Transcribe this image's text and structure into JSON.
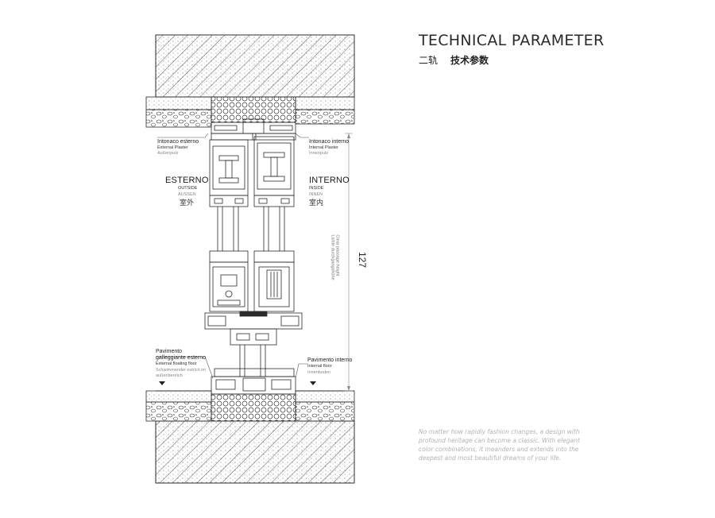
{
  "header": {
    "title": "TECHNICAL PARAMETER",
    "subtitle_a": "二轨",
    "subtitle_b": "技术参数"
  },
  "description": "No matter how rapidly fashion changes, a design with profound heritage can become a classic. With elegant color combinations, it meanders and extends into the deepest and most beautiful dreams of your life.",
  "labels": {
    "plaster_ext_it": "Intonaco esterno",
    "plaster_ext_en": "External Plaster",
    "plaster_ext_de": "Außenputz",
    "plaster_int_it": "Intonaco interno",
    "plaster_int_en": "Internal Plaster",
    "plaster_int_de": "Innenputz",
    "outside_it": "ESTERNO",
    "outside_en": "OUTSIDE",
    "outside_de": "AUSSEN",
    "outside_zh": "室外",
    "inside_it": "INTERNO",
    "inside_en": "INSIDE",
    "inside_de": "INNEN",
    "inside_zh": "室内",
    "floor_ext_it": "Pavimento galleggiante esterno",
    "floor_ext_en": "External floating floor",
    "floor_ext_de": "Schwimmender estrich im außenbereich",
    "floor_int_it": "Pavimento interno",
    "floor_int_en": "Internal floor",
    "floor_int_de": "Innenboden",
    "passage_en": "Clear passage height",
    "passage_de": "Lichte durchgangshöhe",
    "dimension": "127"
  },
  "colors": {
    "line": "#2b2b2b",
    "text_muted": "#b4b4b4"
  }
}
